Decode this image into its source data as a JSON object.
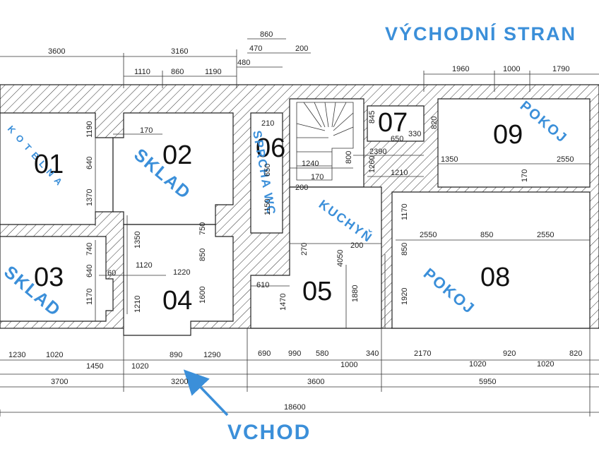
{
  "header": {
    "side_label": "VÝCHODNÍ STRAN"
  },
  "entrance": {
    "label": "VCHOD",
    "arrow_color": "#3b8fd9"
  },
  "colors": {
    "accent": "#3b8fd9",
    "ink": "#222222"
  },
  "rooms": [
    {
      "id": "01",
      "number": "01",
      "name": "K O T E L N A"
    },
    {
      "id": "02",
      "number": "02",
      "name": "SKLAD"
    },
    {
      "id": "03",
      "number": "03",
      "name": "SKLAD"
    },
    {
      "id": "04",
      "number": "04",
      "name": ""
    },
    {
      "id": "05",
      "number": "05",
      "name": "KUCHYŇ"
    },
    {
      "id": "06",
      "number": "06",
      "name": "SPRCHA WC"
    },
    {
      "id": "07",
      "number": "07",
      "name": ""
    },
    {
      "id": "08",
      "number": "08",
      "name": "POKOJ"
    },
    {
      "id": "09",
      "number": "09",
      "name": "POKOJ"
    }
  ],
  "dimensions": {
    "top_3600": "3600",
    "top_3160": "3160",
    "top_1110": "1110",
    "top_860": "860",
    "top_1190": "1190",
    "top_480": "480",
    "top_860b": "860",
    "top_470": "470",
    "top_200": "200",
    "top_1960": "1960",
    "top_1000": "1000",
    "top_1790": "1790",
    "r01_1190": "1190",
    "r01_640": "640",
    "r01_1370": "1370",
    "r01_170": "170",
    "r03_740": "740",
    "r03_640": "640",
    "r03_1170": "1170",
    "r03_60": "60",
    "r03_1120": "1120",
    "r04_1350": "1350",
    "r04_1210": "1210",
    "r04_1220": "1220",
    "r04_750": "750",
    "r04_850": "850",
    "r04_1600": "1600",
    "r06_210": "210",
    "r06_650": "650",
    "r06_1150": "1150",
    "r06_200": "200",
    "st_1240": "1240",
    "st_170": "170",
    "st_800": "800",
    "st_1260": "1260",
    "r07_845": "845",
    "r07_650": "650",
    "r07_330": "330",
    "r07_2390": "2390",
    "r07_1210": "1210",
    "r07_820": "820",
    "r07_1170": "1170",
    "r09_1350": "1350",
    "r09_2550": "2550",
    "r09_170": "170",
    "r08_2550": "2550",
    "r08_850": "850",
    "r08_2550b": "2550",
    "r08_850v": "850",
    "r08_1920": "1920",
    "r05_270": "270",
    "r05_200": "200",
    "r05_4050": "4050",
    "r05_610": "610",
    "r05_1470": "1470",
    "r05_1880": "1880",
    "b_1230": "1230",
    "b_1020": "1020",
    "b_1450": "1450",
    "b_1020b": "1020",
    "b_890": "890",
    "b_1290": "1290",
    "b_690": "690",
    "b_990": "990",
    "b_580": "580",
    "b_340": "340",
    "b_1000": "1000",
    "b_2170": "2170",
    "b_920": "920",
    "b_820": "820",
    "b_1020c": "1020",
    "b_1020d": "1020",
    "t_3700": "3700",
    "t_3200": "3200",
    "t_3600": "3600",
    "t_5950": "5950",
    "total": "18600"
  }
}
